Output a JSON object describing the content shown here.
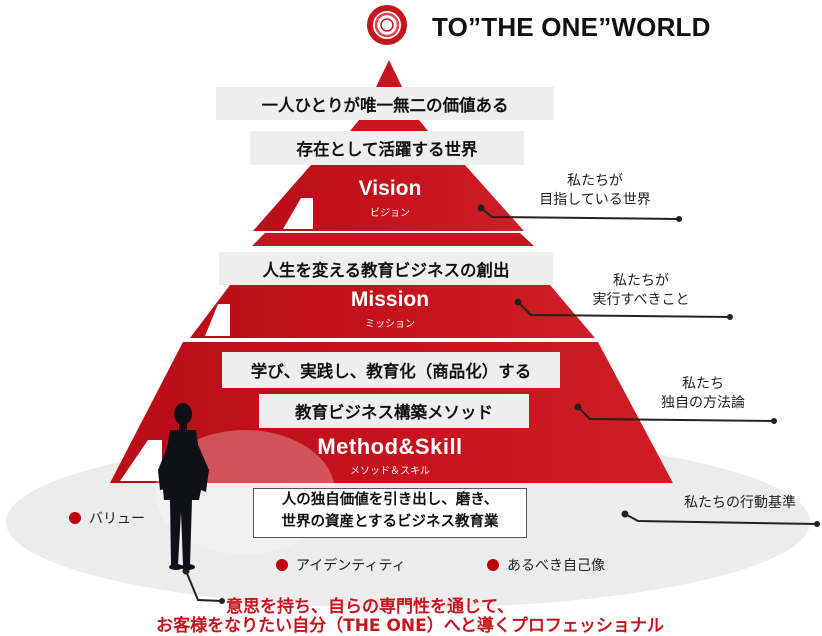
{
  "title": "TO”THE ONE”WORLD",
  "bands": {
    "value_statement": "一人ひとりが唯一無二の価値ある",
    "vision_statement": "存在として活躍する世界",
    "mission_statement": "人生を変える教育ビジネスの創出",
    "method_statement_1": "学び、実践し、教育化（商品化）する",
    "method_statement_2": "教育ビジネス構築メソッド"
  },
  "tiers": {
    "vision": {
      "label": "Vision",
      "sub": "ビジョン"
    },
    "mission": {
      "label": "Mission",
      "sub": "ミッション"
    },
    "method": {
      "label": "Method&Skill",
      "sub": "メソッド＆スキル"
    }
  },
  "notes": {
    "vision": [
      "私たちが",
      "目指している世界"
    ],
    "mission": [
      "私たちが",
      "実行すべきこと"
    ],
    "method": [
      "私たち",
      "独自の方法論"
    ],
    "value": "私たちの行動基準"
  },
  "value_box": [
    "人の独自価値を引き出し、磨き、",
    "世界の資産とするビジネス教育業"
  ],
  "legend": {
    "value": "バリュー",
    "identity": "アイデンティティ",
    "ideal": "あるべき自己像"
  },
  "bottom_text": [
    "意思を持ち、自らの専門性を通じて、",
    "お客様をなりたい自分（THE ONE）へと導くプロフェッショナル"
  ],
  "colors": {
    "red": "#c8141e",
    "dark_red": "#a50a12",
    "band_gray": "#eeeeee",
    "ellipse_gray": "#ececec",
    "legend_dot": "#c00010"
  }
}
